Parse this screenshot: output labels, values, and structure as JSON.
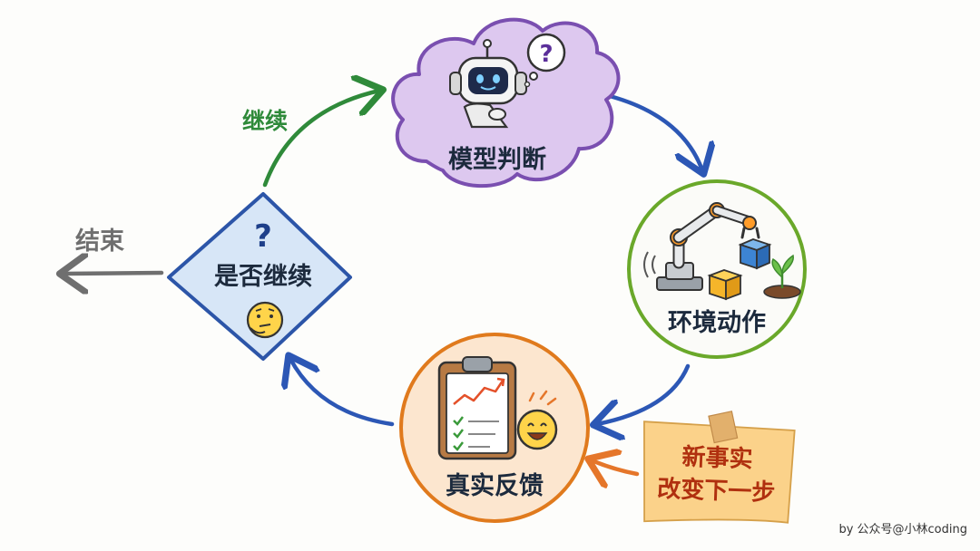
{
  "nodes": {
    "model": {
      "label": "模型判断"
    },
    "action": {
      "label": "环境动作"
    },
    "feedback": {
      "label": "真实反馈"
    },
    "decision": {
      "label": "是否继续",
      "symbol": "?"
    }
  },
  "edges": {
    "continue_label": "继续",
    "end_label": "结束"
  },
  "note": {
    "line1": "新事实",
    "line2": "改变下一步"
  },
  "credit": "by 公众号@小林coding",
  "colors": {
    "cloud_fill": "#ddc8ef",
    "cloud_stroke": "#7a4fb0",
    "action_stroke": "#6aa82a",
    "feedback_stroke": "#e07a1d",
    "diamond_fill": "#d7e6f7",
    "diamond_stroke": "#2c55a8",
    "arrow_blue": "#2c57b5",
    "arrow_green": "#2f8a3a",
    "arrow_grey": "#6f6f6f",
    "arrow_orange": "#e5762a",
    "note_fill": "#fbd28a"
  }
}
